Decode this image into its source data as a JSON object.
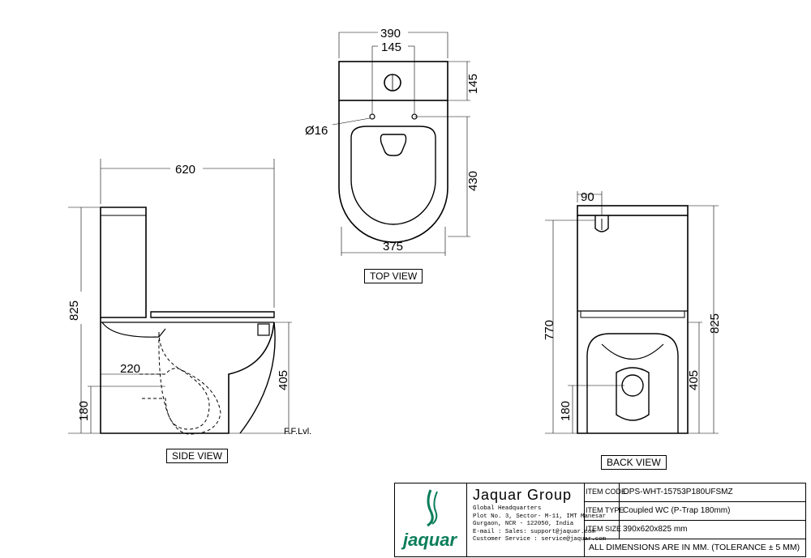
{
  "dimensions": {
    "top_width": "390",
    "top_hole_spacing": "145",
    "top_tank_depth": "145",
    "top_hole_dia": "Ø16",
    "top_bowl_length": "430",
    "top_bowl_width": "375",
    "side_length": "620",
    "side_height": "825",
    "side_outlet_offset": "220",
    "side_outlet_height": "180",
    "side_seat_height": "405",
    "back_button_width": "90",
    "back_tank_height": "770",
    "back_total_height": "825",
    "back_outlet_height": "180",
    "back_seat_height": "405"
  },
  "labels": {
    "top_view": "TOP VIEW",
    "side_view": "SIDE VIEW",
    "back_view": "BACK VIEW",
    "floor_level": "F.F.Lvl."
  },
  "title_block": {
    "company": "Jaquar Group",
    "logo_word": "jaquar",
    "address_lines": [
      "Global Headquarters",
      "Plot No. 3, Sector- M-11, IMT Manesar",
      "Gurgaon, NCR - 122050, India",
      "E-mail : Sales: support@jaquar.com",
      "Customer Service : service@jaquar.com"
    ],
    "rows": [
      {
        "key": "ITEM CODE",
        "value": "OPS-WHT-15753P180UFSMZ"
      },
      {
        "key": "ITEM TYPE",
        "value": "Coupled WC (P-Trap 180mm)"
      },
      {
        "key": "ITEM SIZE",
        "value": "390x620x825  mm"
      }
    ],
    "note": "ALL DIMENSIONS ARE IN MM. (TOLERANCE ± 5 MM)"
  },
  "colors": {
    "logo_green": "#0a7d5a"
  }
}
